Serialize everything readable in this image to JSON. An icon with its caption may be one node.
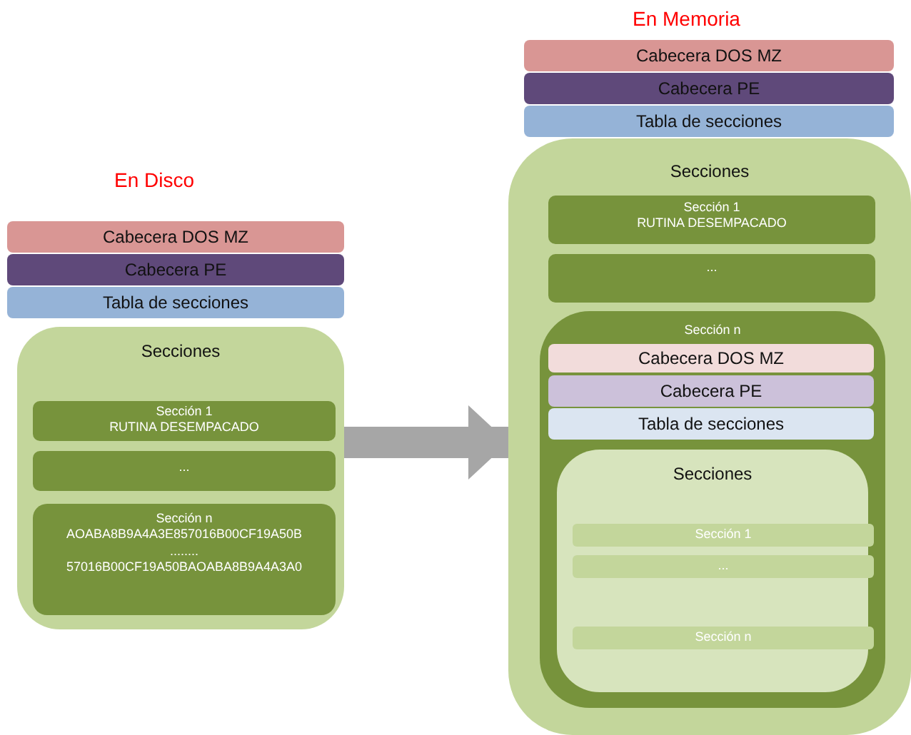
{
  "diagram": {
    "nodes": [
      {
        "text": [
          "Cabecera DOS MZ"
        ]
      },
      {
        "text": [
          "Cabecera PE"
        ]
      },
      {
        "text": [
          "Tabla de secciones"
        ]
      },
      {
        "text": [
          "Secciones"
        ]
      },
      {
        "text": [
          "Sección 1",
          "RUTINA DESEMPACADO"
        ],
        "in": 3
      },
      {
        "text": [
          "..."
        ],
        "in": 3
      },
      {
        "text": [
          "Sección n",
          "AOABA8B9A4A3E857016B00CF19A50B",
          "........",
          "57016B00CF19A50BAOABA8B9A4A3A0"
        ],
        "in": 3
      },
      {
        "text": [
          "Cabecera DOS MZ"
        ]
      },
      {
        "text": [
          "Cabecera PE"
        ]
      },
      {
        "text": [
          "Tabla de secciones"
        ]
      },
      {
        "text": [
          "Secciones"
        ]
      },
      {
        "text": [
          "Sección 1",
          "RUTINA DESEMPACADO"
        ],
        "in": 10
      },
      {
        "text": [
          "..."
        ],
        "in": 10
      },
      {
        "text": [
          "Sección n"
        ],
        "in": 10
      },
      {
        "text": [
          "Cabecera DOS MZ"
        ],
        "in": 13
      },
      {
        "text": [
          "Cabecera PE"
        ],
        "in": 13
      },
      {
        "text": [
          "Tabla de secciones"
        ],
        "in": 13
      },
      {
        "text": [
          "Secciones"
        ],
        "in": 13
      },
      {
        "text": [
          "Sección 1"
        ],
        "in": 17
      },
      {
        "text": [
          "..."
        ],
        "in": 17
      },
      {
        "text": [
          "Sección n"
        ],
        "in": 17
      }
    ],
    "edges": [
      {
        "from": 3,
        "to": 10,
        "arrow": "to"
      }
    ],
    "labels": [
      "En Disco",
      "En Memoria"
    ]
  }
}
